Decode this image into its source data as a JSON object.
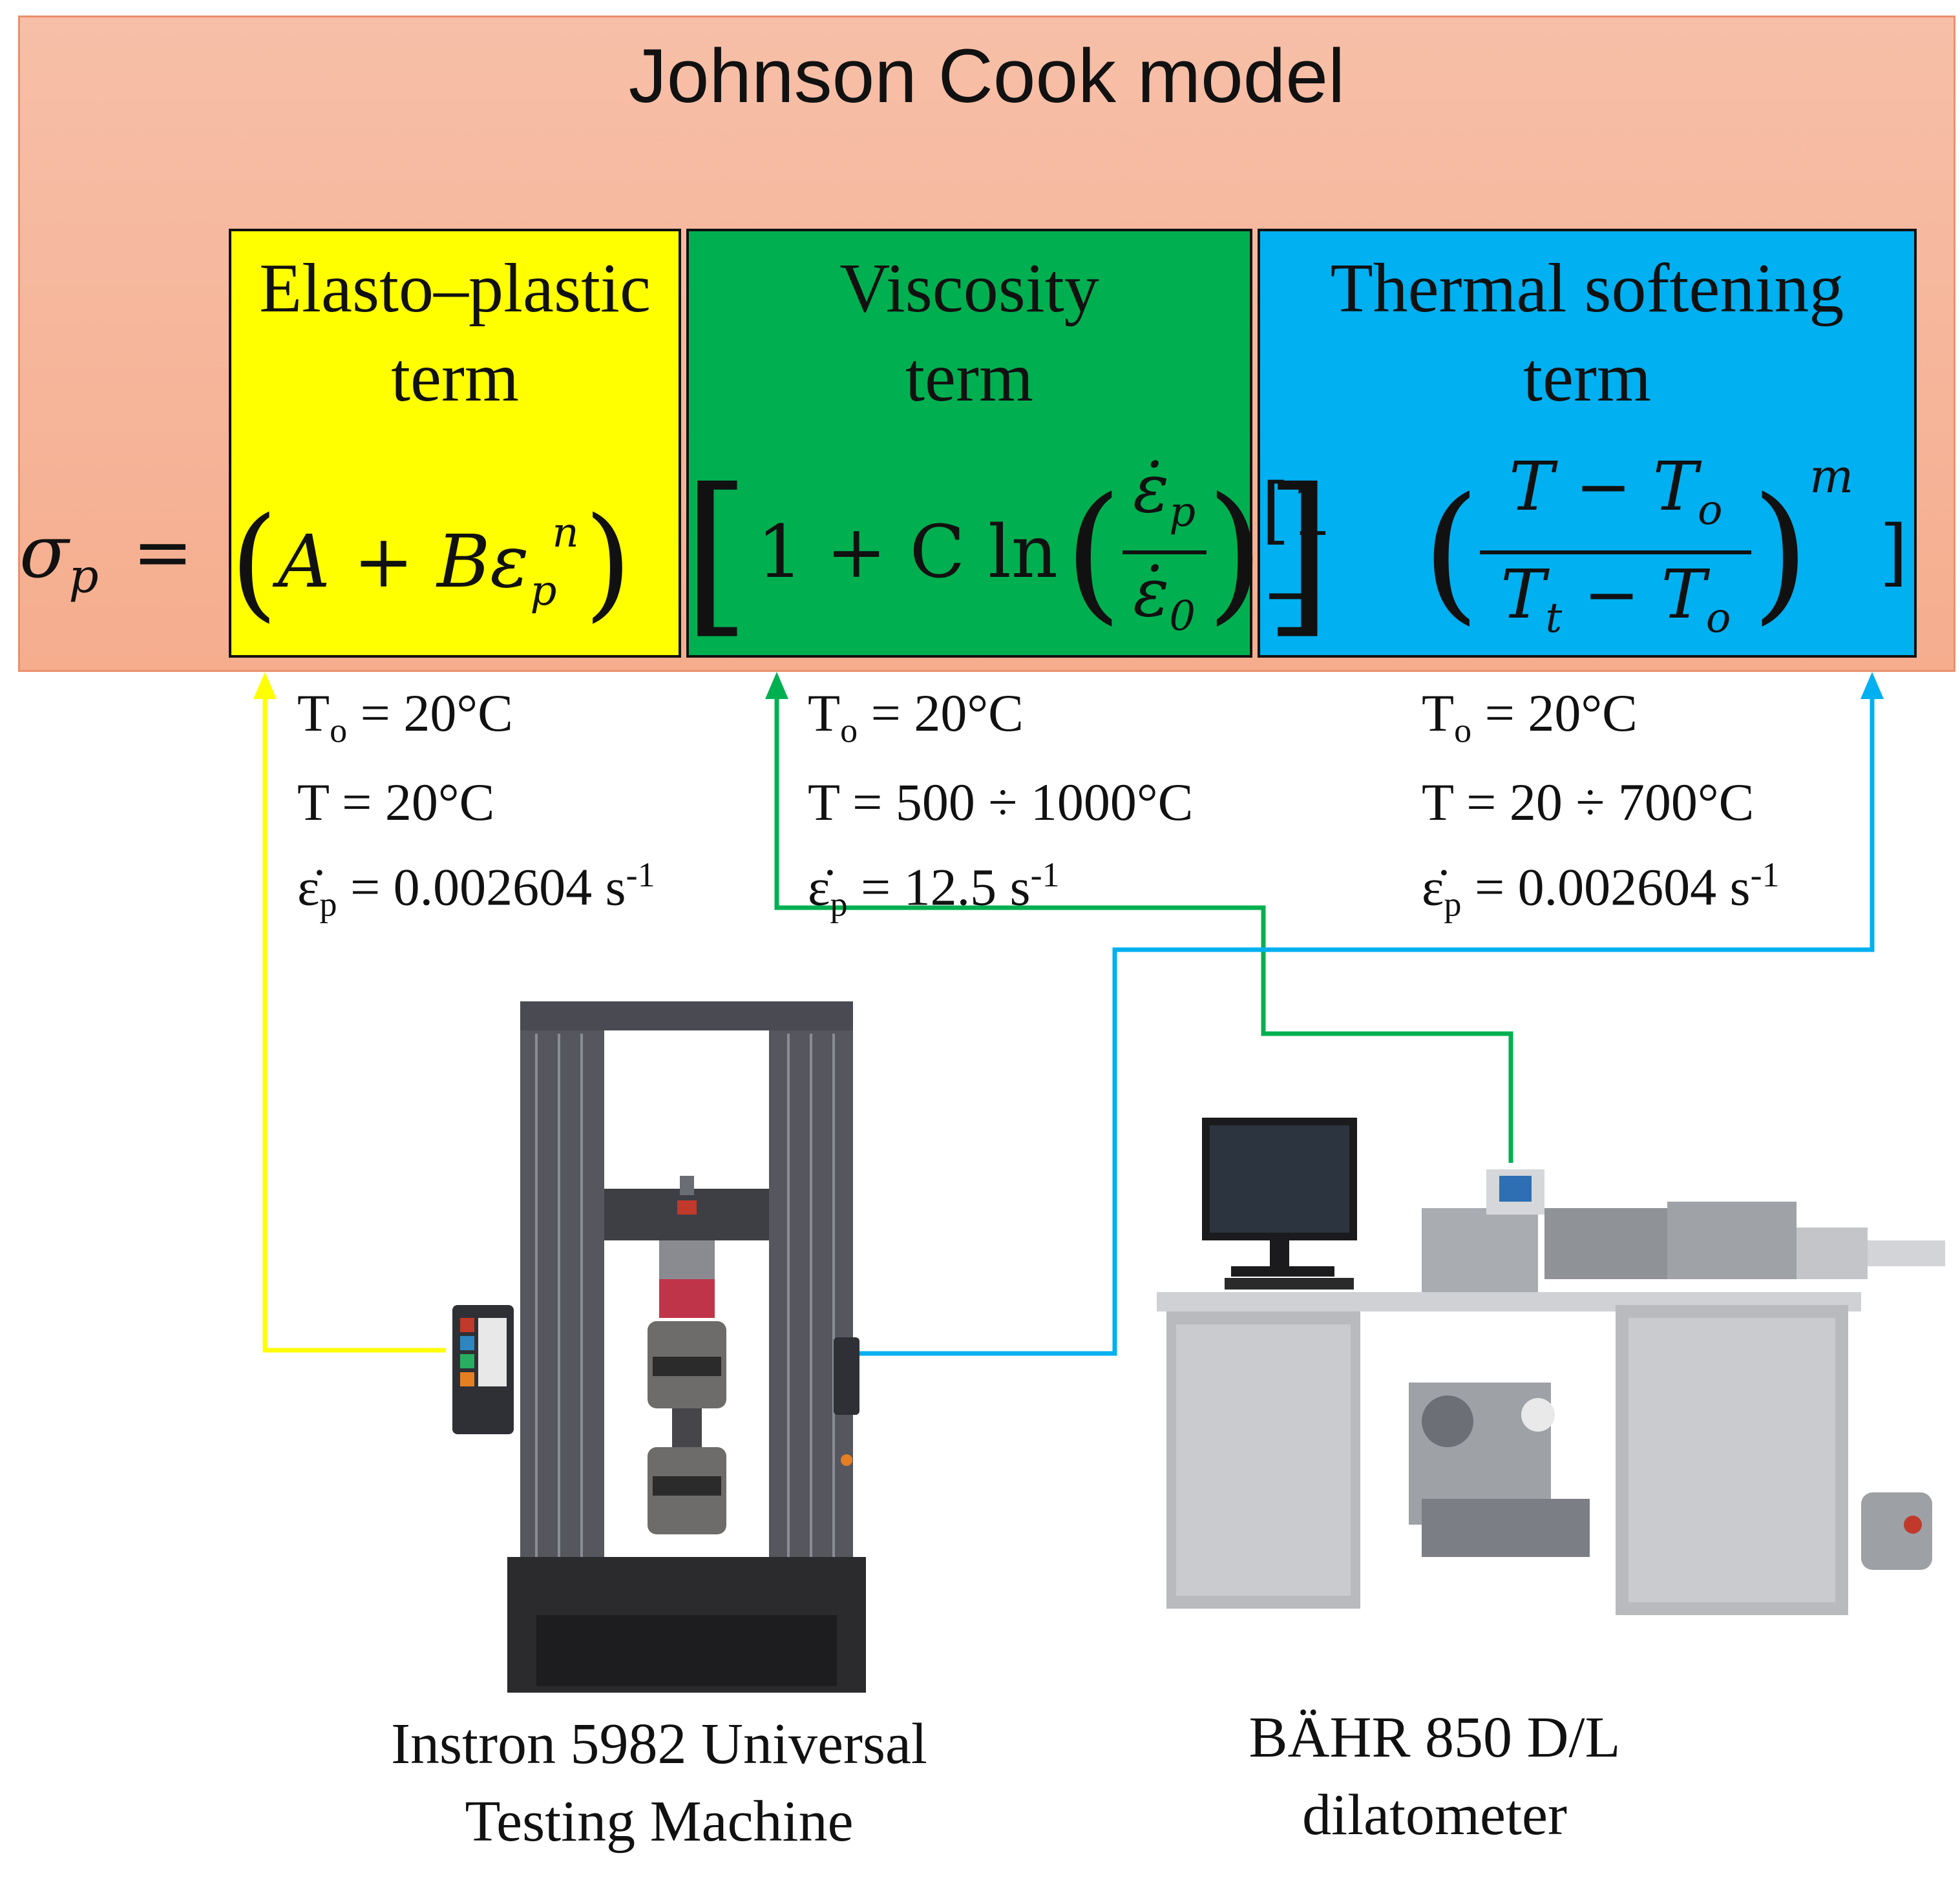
{
  "title": "Johnson Cook model",
  "terms": {
    "elasto_plastic": "Elasto–plastic\nterm",
    "viscosity": "Viscosity\nterm",
    "thermal": "Thermal softening\nterm"
  },
  "equation": {
    "lhs": "σ",
    "lhs_sub": "p",
    "equals": "=",
    "ep_open": "(",
    "ep_body": "A + Bε",
    "ep_sub": "p",
    "ep_sup": "n",
    "ep_close": ")",
    "vs_open": "[",
    "vs_body": "1 + C ln",
    "vs_paren_open": "(",
    "vs_num": "ε̇",
    "vs_num_sub": "p",
    "vs_den": "ε̇",
    "vs_den_sub": "0",
    "vs_paren_close": ")",
    "vs_close": "]",
    "th_open": "[1 −",
    "th_paren_open": "(",
    "th_num": "T − T",
    "th_num_sub": "o",
    "th_den_a": "T",
    "th_den_a_sub": "t",
    "th_den_b": " − T",
    "th_den_b_sub": "o",
    "th_paren_close": ")",
    "th_exp": "m",
    "th_close": "]"
  },
  "conditions": {
    "ep": {
      "to": "T",
      "to_sub": "o",
      "to_val": " = 20°C",
      "t": "T = 20°C",
      "rate": "ε̇",
      "rate_sub": "p",
      "rate_val": " = 0.002604 s",
      "rate_exp": "-1"
    },
    "vs": {
      "to": "T",
      "to_sub": "o",
      "to_val": " = 20°C",
      "t": "T = 500 ÷ 1000°C",
      "rate": "ε̇",
      "rate_sub": "p",
      "rate_val": " = 12.5 s",
      "rate_exp": "-1"
    },
    "th": {
      "to": "T",
      "to_sub": "o",
      "to_val": " = 20°C",
      "t": "T = 20 ÷ 700°C",
      "rate": "ε̇",
      "rate_sub": "p",
      "rate_val": " = 0.002604 s",
      "rate_exp": "-1"
    }
  },
  "machines": {
    "instron": "Instron 5982 Universal\nTesting Machine",
    "dilatometer": "BÄHR 850 D/L\ndilatometer"
  },
  "colors": {
    "banner": "#f6b59a",
    "elasto_plastic": "#ffff00",
    "viscosity": "#00b050",
    "thermal": "#00b0f0",
    "wire_yellow": "#ffff00",
    "wire_green": "#00b050",
    "wire_blue": "#00b0f0"
  }
}
